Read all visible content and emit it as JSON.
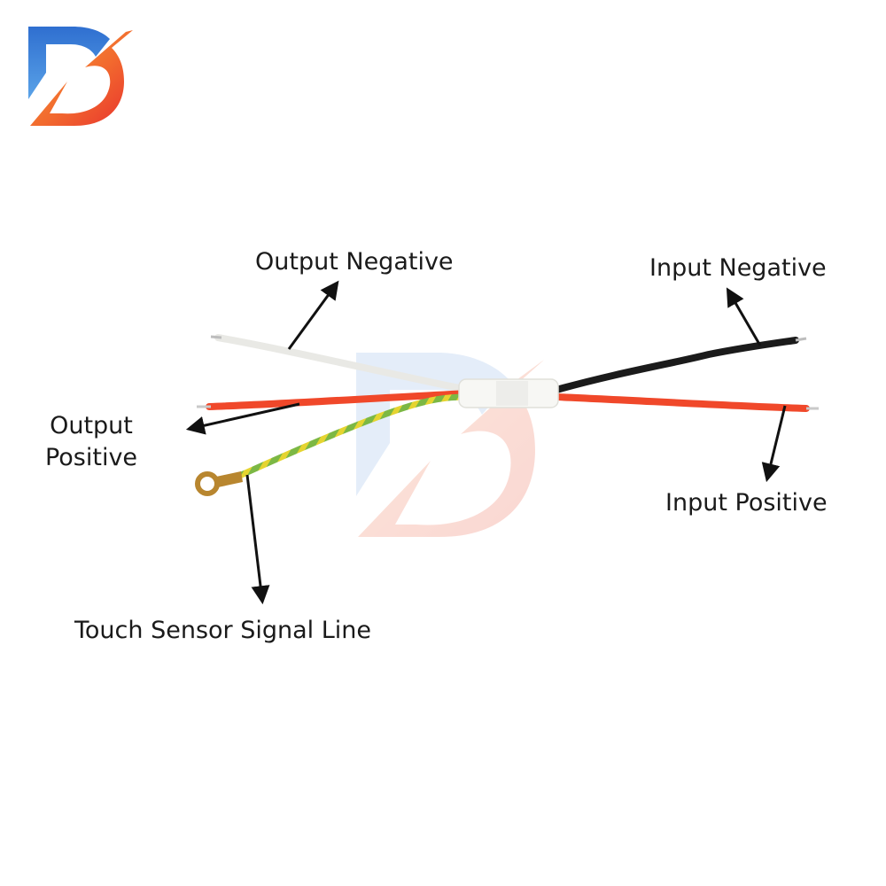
{
  "labels": {
    "output_negative": "Output Negative",
    "input_negative": "Input Negative",
    "output_positive_line1": "Output",
    "output_positive_line2": "Positive",
    "input_positive": "Input Positive",
    "touch_sensor": "Touch Sensor Signal Line"
  },
  "colors": {
    "wire_white": "#f1f1ee",
    "wire_red": "#f0482a",
    "wire_black": "#1b1b1b",
    "wire_green": "#6fb13b",
    "wire_yellow": "#e8d42c",
    "sleeve": "#f7f7f4",
    "terminal": "#b8862f",
    "arrow": "#111111",
    "logo_blue": "#3a7fd0",
    "logo_orange": "#f26a2e",
    "logo_red": "#e8302d"
  },
  "icons": {
    "logo": "brand-logo-icon",
    "watermark": "watermark-logo-icon"
  }
}
